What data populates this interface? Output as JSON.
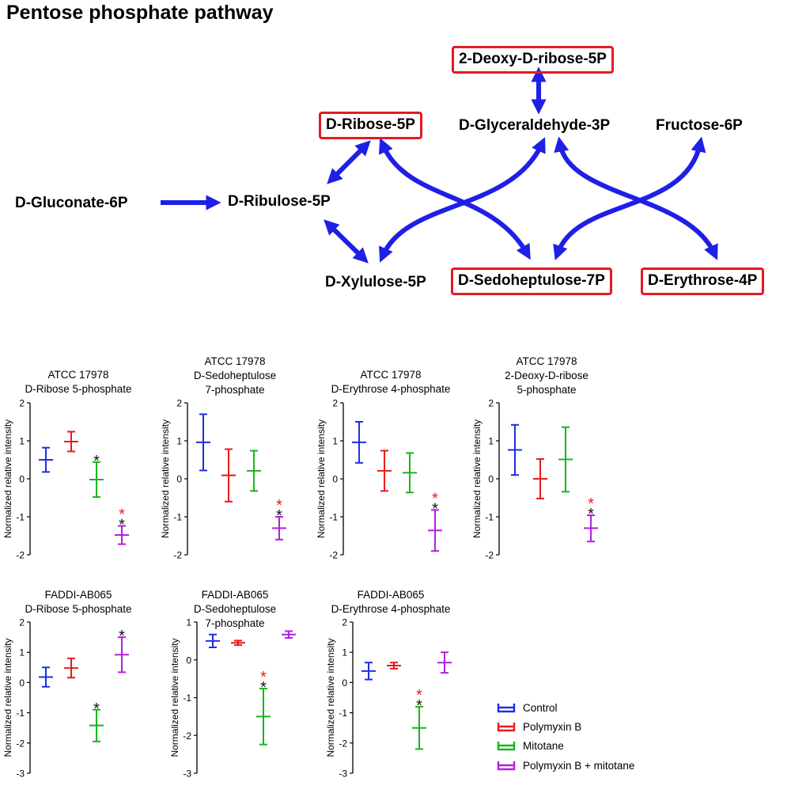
{
  "title": "Pentose phosphate pathway",
  "pathway": {
    "nodes": {
      "gluconate": "D-Gluconate-6P",
      "ribulose": "D-Ribulose-5P",
      "ribose": "D-Ribose-5P",
      "deoxyribose": "2-Deoxy-D-ribose-5P",
      "glyceraldehyde": "D-Glyceraldehyde-3P",
      "fructose": "Fructose-6P",
      "xylulose": "D-Xylulose-5P",
      "sedoheptulose": "D-Sedoheptulose-7P",
      "erythrose": "D-Erythrose-4P"
    },
    "highlighted": [
      "deoxyribose",
      "ribose",
      "sedoheptulose",
      "erythrose"
    ],
    "highlight_color": "#e31b23",
    "arrow_color": "#1f1fe6"
  },
  "ylabel": "Normalized relative intensity",
  "series_colors": {
    "Control": "#1f2ee6",
    "Polymyxin B": "#e81b1b",
    "Mitotane": "#19b51b",
    "Polymyxin B + mitotane": "#b21fe0"
  },
  "star_colors": {
    "black": "#111111",
    "red": "#e81b1b"
  },
  "legend": [
    "Control",
    "Polymyxin B",
    "Mitotane",
    "Polymyxin B + mitotane"
  ],
  "chart_data": [
    {
      "type": "scatter",
      "title_lines": [
        "ATCC 17978",
        "D-Ribose 5-phosphate"
      ],
      "ylim": [
        -2,
        2
      ],
      "yticks": [
        "2",
        "1",
        "0",
        "-1",
        "-2"
      ],
      "series": [
        {
          "name": "Control",
          "mean": 0.5,
          "low": 0.18,
          "high": 0.82
        },
        {
          "name": "Polymyxin B",
          "mean": 0.98,
          "low": 0.72,
          "high": 1.24
        },
        {
          "name": "Mitotane",
          "mean": -0.02,
          "low": -0.48,
          "high": 0.44,
          "stars": [
            "black"
          ]
        },
        {
          "name": "Polymyxin B + mitotane",
          "mean": -1.48,
          "low": -1.72,
          "high": -1.24,
          "stars": [
            "red",
            "black"
          ]
        }
      ]
    },
    {
      "type": "scatter",
      "title_lines": [
        "ATCC 17978",
        "D-Sedoheptulose",
        "7-phosphate"
      ],
      "ylim": [
        -2,
        2
      ],
      "yticks": [
        "2",
        "1",
        "0",
        "-1",
        "-2"
      ],
      "series": [
        {
          "name": "Control",
          "mean": 0.96,
          "low": 0.22,
          "high": 1.7
        },
        {
          "name": "Polymyxin B",
          "mean": 0.09,
          "low": -0.6,
          "high": 0.78
        },
        {
          "name": "Mitotane",
          "mean": 0.21,
          "low": -0.32,
          "high": 0.74
        },
        {
          "name": "Polymyxin B + mitotane",
          "mean": -1.3,
          "low": -1.6,
          "high": -1.0,
          "stars": [
            "red",
            "black"
          ]
        }
      ]
    },
    {
      "type": "scatter",
      "title_lines": [
        "ATCC 17978",
        "D-Erythrose 4-phosphate"
      ],
      "ylim": [
        -2,
        2
      ],
      "yticks": [
        "2",
        "1",
        "0",
        "-1",
        "-2"
      ],
      "series": [
        {
          "name": "Control",
          "mean": 0.96,
          "low": 0.42,
          "high": 1.5
        },
        {
          "name": "Polymyxin B",
          "mean": 0.21,
          "low": -0.32,
          "high": 0.74
        },
        {
          "name": "Mitotane",
          "mean": 0.16,
          "low": -0.36,
          "high": 0.68
        },
        {
          "name": "Polymyxin B + mitotane",
          "mean": -1.36,
          "low": -1.9,
          "high": -0.82,
          "stars": [
            "red",
            "black"
          ]
        }
      ]
    },
    {
      "type": "scatter",
      "title_lines": [
        "ATCC 17978",
        "2-Deoxy-D-ribose",
        "5-phosphate"
      ],
      "ylim": [
        -2,
        2
      ],
      "yticks": [
        "2",
        "1",
        "0",
        "-1",
        "-2"
      ],
      "series": [
        {
          "name": "Control",
          "mean": 0.76,
          "low": 0.1,
          "high": 1.42
        },
        {
          "name": "Polymyxin B",
          "mean": 0.0,
          "low": -0.52,
          "high": 0.52
        },
        {
          "name": "Mitotane",
          "mean": 0.51,
          "low": -0.34,
          "high": 1.36
        },
        {
          "name": "Polymyxin B + mitotane",
          "mean": -1.3,
          "low": -1.65,
          "high": -0.96,
          "stars": [
            "red",
            "black"
          ]
        }
      ]
    },
    {
      "type": "scatter",
      "title_lines": [
        "FADDI-AB065",
        "D-Ribose 5-phosphate"
      ],
      "ylim": [
        -3,
        2
      ],
      "yticks": [
        "2",
        "1",
        "0",
        "-1",
        "-2",
        "-3"
      ],
      "series": [
        {
          "name": "Control",
          "mean": 0.18,
          "low": -0.14,
          "high": 0.5
        },
        {
          "name": "Polymyxin B",
          "mean": 0.48,
          "low": 0.16,
          "high": 0.8
        },
        {
          "name": "Mitotane",
          "mean": -1.42,
          "low": -1.95,
          "high": -0.9,
          "stars": [
            "black"
          ]
        },
        {
          "name": "Polymyxin B + mitotane",
          "mean": 0.92,
          "low": 0.34,
          "high": 1.5,
          "stars": [
            "black"
          ]
        }
      ]
    },
    {
      "type": "scatter",
      "title_lines": [
        "FADDI-AB065",
        "D-Sedoheptulose",
        "7-phosphate"
      ],
      "ylim": [
        -3,
        1
      ],
      "yticks": [
        "1",
        "0",
        "-1",
        "-2",
        "-3"
      ],
      "series": [
        {
          "name": "Control",
          "mean": 0.5,
          "low": 0.33,
          "high": 0.67
        },
        {
          "name": "Polymyxin B",
          "mean": 0.45,
          "low": 0.39,
          "high": 0.51
        },
        {
          "name": "Mitotane",
          "mean": -1.5,
          "low": -2.24,
          "high": -0.76,
          "stars": [
            "red",
            "black"
          ]
        },
        {
          "name": "Polymyxin B + mitotane",
          "mean": 0.67,
          "low": 0.58,
          "high": 0.76
        }
      ]
    },
    {
      "type": "scatter",
      "title_lines": [
        "FADDI-AB065",
        "D-Erythrose 4-phosphate"
      ],
      "ylim": [
        -3,
        2
      ],
      "yticks": [
        "2",
        "1",
        "0",
        "-1",
        "-2",
        "-3"
      ],
      "series": [
        {
          "name": "Control",
          "mean": 0.38,
          "low": 0.1,
          "high": 0.66
        },
        {
          "name": "Polymyxin B",
          "mean": 0.56,
          "low": 0.46,
          "high": 0.66
        },
        {
          "name": "Mitotane",
          "mean": -1.5,
          "low": -2.2,
          "high": -0.8,
          "stars": [
            "red",
            "black"
          ]
        },
        {
          "name": "Polymyxin B + mitotane",
          "mean": 0.66,
          "low": 0.32,
          "high": 1.0
        }
      ]
    }
  ]
}
